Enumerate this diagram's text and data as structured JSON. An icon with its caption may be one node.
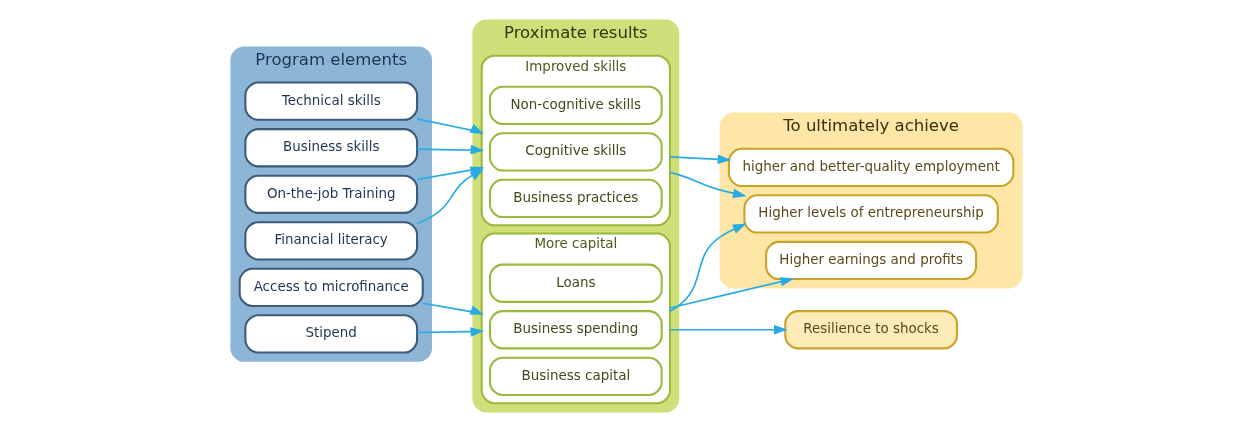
{
  "diagram": {
    "nodes": [
      {
        "text": [
          "Program elements"
        ]
      },
      {
        "text": [
          "Technical skills"
        ],
        "in": 0
      },
      {
        "text": [
          "Business skills"
        ],
        "in": 0
      },
      {
        "text": [
          "On-the-job Training"
        ],
        "in": 0
      },
      {
        "text": [
          "Financial literacy"
        ],
        "in": 0
      },
      {
        "text": [
          "Access to microfinance"
        ],
        "in": 0
      },
      {
        "text": [
          "Stipend"
        ],
        "in": 0
      },
      {
        "text": [
          "Proximate results"
        ]
      },
      {
        "text": [
          "Improved skills"
        ],
        "in": 7
      },
      {
        "text": [
          "Non-cognitive skills"
        ],
        "in": 8
      },
      {
        "text": [
          "Cognitive skills"
        ],
        "in": 8
      },
      {
        "text": [
          "Business practices"
        ],
        "in": 8
      },
      {
        "text": [
          "More capital"
        ],
        "in": 7
      },
      {
        "text": [
          "Loans"
        ],
        "in": 12
      },
      {
        "text": [
          "Business spending"
        ],
        "in": 12
      },
      {
        "text": [
          "Business capital"
        ],
        "in": 12
      },
      {
        "text": [
          "To ultimately achieve"
        ]
      },
      {
        "text": [
          "higher and better-quality employment"
        ],
        "in": 16
      },
      {
        "text": [
          "Higher levels of entrepreneurship"
        ],
        "in": 16
      },
      {
        "text": [
          "Higher earnings and profits"
        ],
        "in": 16
      },
      {
        "text": [
          "Resilience to shocks"
        ]
      }
    ],
    "edges": [
      {
        "from": 1,
        "to": 8,
        "arrow": "to"
      },
      {
        "from": 2,
        "to": 8,
        "arrow": "to"
      },
      {
        "from": 3,
        "to": 8,
        "arrow": "to"
      },
      {
        "from": 4,
        "to": 8,
        "arrow": "to"
      },
      {
        "from": 5,
        "to": 12,
        "arrow": "to"
      },
      {
        "from": 6,
        "to": 12,
        "arrow": "to"
      },
      {
        "from": 8,
        "to": 17,
        "arrow": "to"
      },
      {
        "from": 8,
        "to": 18,
        "arrow": "to"
      },
      {
        "from": 12,
        "to": 18,
        "arrow": "to"
      },
      {
        "from": 12,
        "to": 19,
        "arrow": "to"
      },
      {
        "from": 12,
        "to": 20,
        "arrow": "to"
      }
    ]
  }
}
